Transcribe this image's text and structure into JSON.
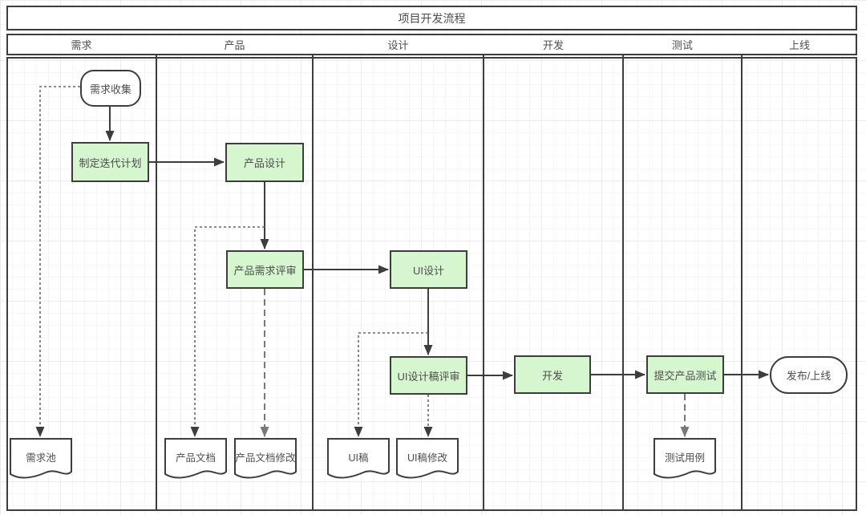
{
  "title": "项目开发流程",
  "lanes": [
    {
      "label": "需求"
    },
    {
      "label": "产品"
    },
    {
      "label": "设计"
    },
    {
      "label": "开发"
    },
    {
      "label": "测试"
    },
    {
      "label": "上线"
    }
  ],
  "nodes": {
    "requirement_collect": {
      "label": "需求收集"
    },
    "iteration_plan": {
      "label": "制定迭代计划"
    },
    "product_design": {
      "label": "产品设计"
    },
    "product_requirement_review": {
      "label": "产品需求评审"
    },
    "ui_design": {
      "label": "UI设计"
    },
    "ui_design_draft_review": {
      "label": "UI设计稿评审"
    },
    "develop": {
      "label": "开发"
    },
    "submit_product_test": {
      "label": "提交产品测试"
    },
    "release": {
      "label": "发布/上线"
    }
  },
  "documents": {
    "requirement_pool": {
      "label": "需求池"
    },
    "product_doc": {
      "label": "产品文档"
    },
    "product_doc_revision": {
      "label": "产品文档修改"
    },
    "ui_draft": {
      "label": "UI稿"
    },
    "ui_draft_revision": {
      "label": "UI稿修改"
    },
    "test_case": {
      "label": "测试用例"
    }
  },
  "colors": {
    "node_fill": "#d6f6cf",
    "stroke": "#3d3d3d",
    "dashed_line": "#666666",
    "dashed_line_alt": "#787878"
  }
}
